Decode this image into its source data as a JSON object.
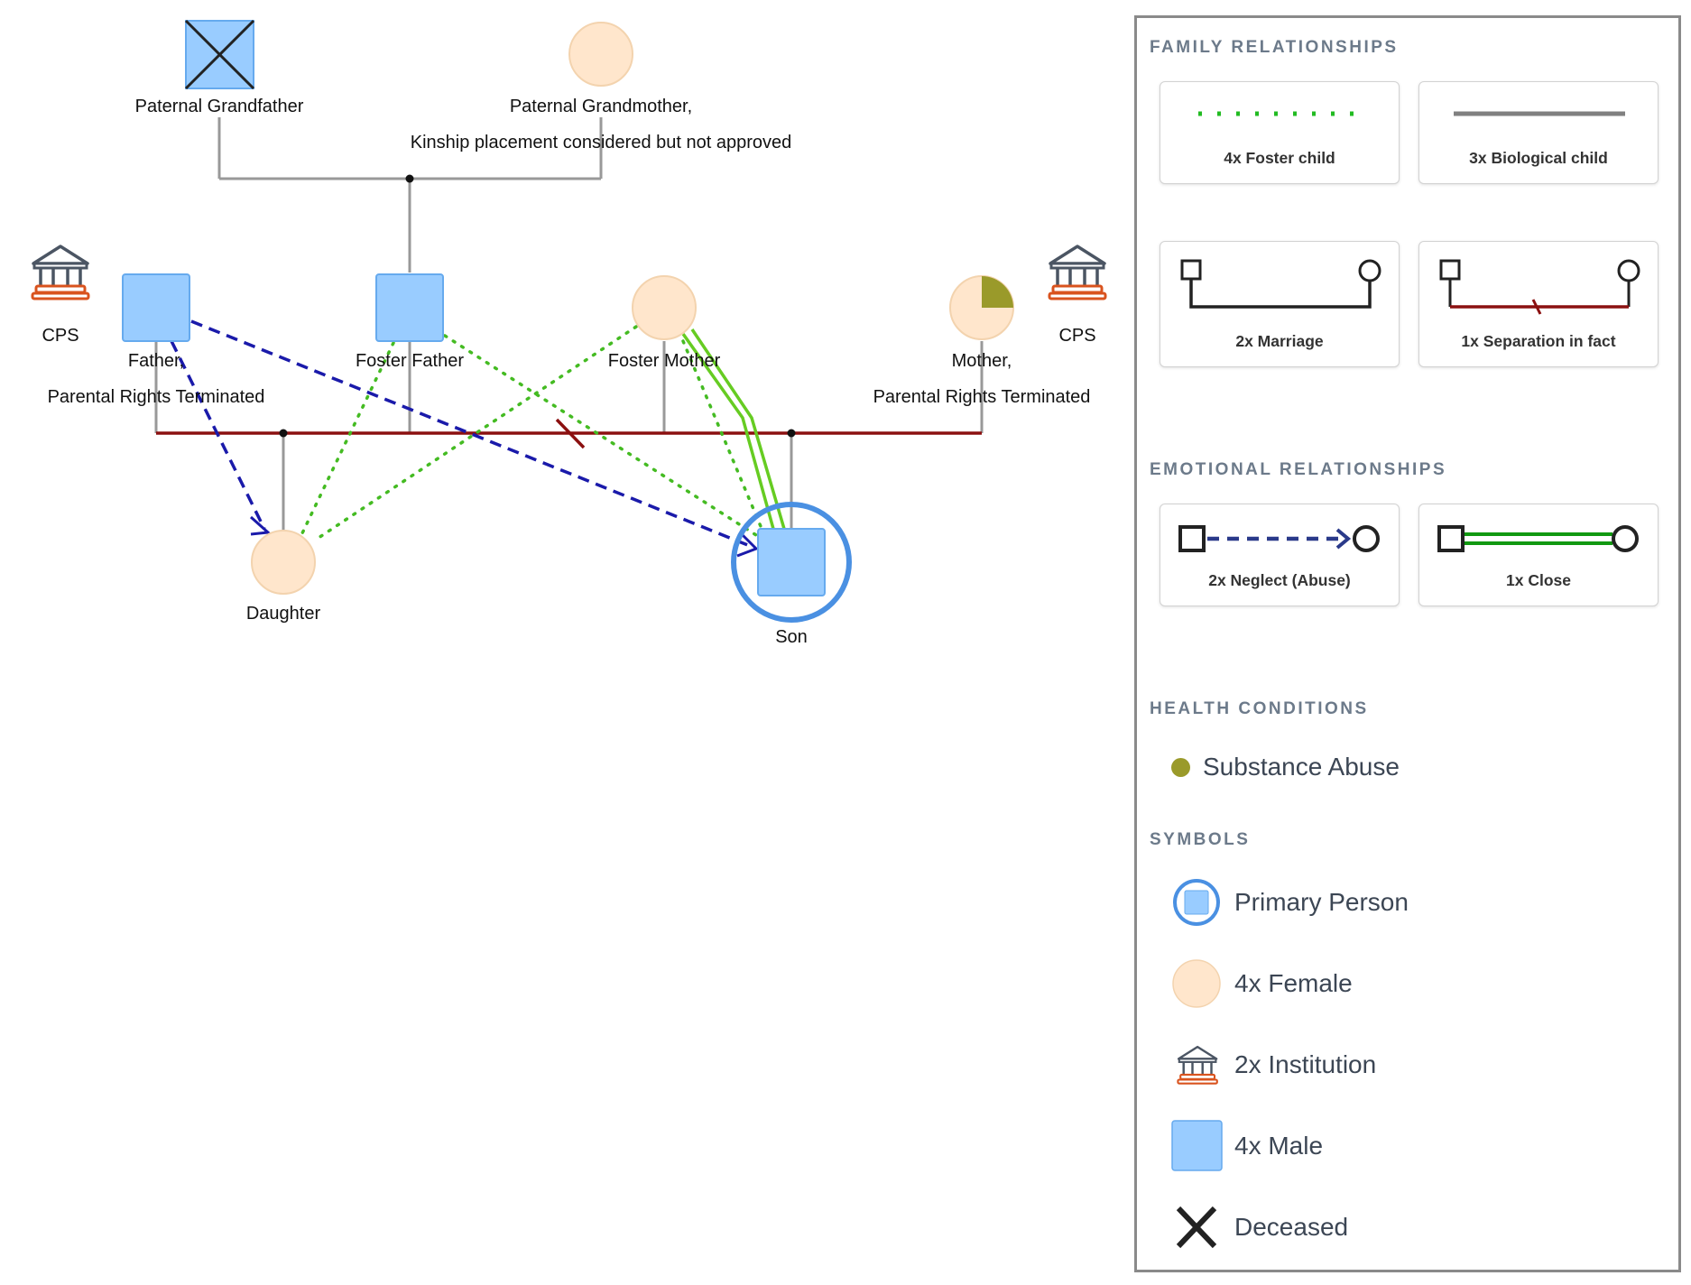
{
  "people": {
    "paternal_grandfather": "Paternal Grandfather",
    "paternal_grandmother": "Paternal Grandmother,",
    "paternal_grandmother_note": "Kinship placement considered but not approved",
    "cps_left": "CPS",
    "cps_right": "CPS",
    "father": "Father,",
    "father_note": "Parental Rights Terminated",
    "foster_father": "Foster Father",
    "foster_mother": "Foster Mother",
    "mother": "Mother,",
    "mother_note": "Parental Rights Terminated",
    "daughter": "Daughter",
    "son": "Son"
  },
  "legend": {
    "family_title": "FAMILY RELATIONSHIPS",
    "emotional_title": "EMOTIONAL RELATIONSHIPS",
    "health_title": "HEALTH CONDITIONS",
    "symbols_title": "SYMBOLS",
    "foster_child": "4x Foster child",
    "biological_child": "3x Biological child",
    "marriage": "2x Marriage",
    "separation": "1x Separation in fact",
    "neglect": "2x Neglect (Abuse)",
    "close": "1x Close",
    "substance_abuse": "Substance Abuse",
    "primary_person": "Primary Person",
    "female": "4x Female",
    "institution": "2x Institution",
    "male": "4x Male",
    "deceased": "Deceased"
  },
  "colors": {
    "male_fill": "#99ccff",
    "male_stroke": "#66aaee",
    "female_fill": "#ffe6cc",
    "female_stroke": "#f3d3ae",
    "foster_green": "#22bb22",
    "close_green": "#66cc22",
    "neglect_blue": "#1a1aaa",
    "separation_red": "#8b1010",
    "primary_ring": "#4a90e2",
    "substance_olive": "#9a9a2a",
    "institution_gray": "#4b5563",
    "institution_red": "#d9531e"
  }
}
